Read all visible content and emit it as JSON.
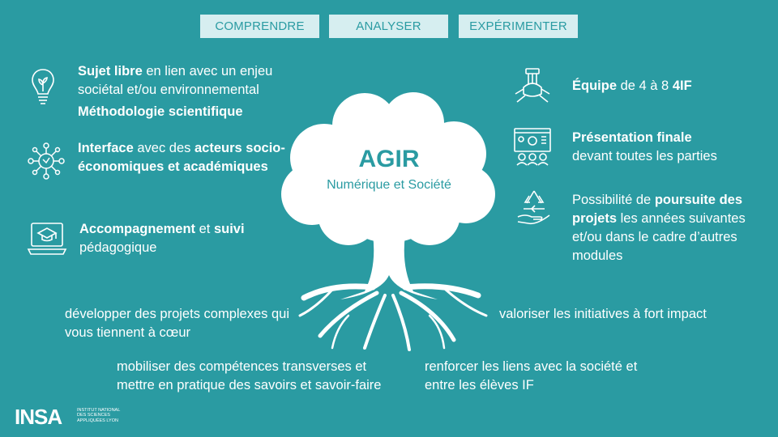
{
  "tabs": [
    "COMPRENDRE",
    "ANALYSER",
    "EXPÉRIMENTER"
  ],
  "center": {
    "title": "AGIR",
    "subtitle": "Numérique et Société"
  },
  "left": {
    "item1_bold": "Sujet libre",
    "item1_rest": " en lien avec un enjeu sociétal et/ou environnemental",
    "item1_extra": "Méthodologie scientifique",
    "item2_bold1": "Interface",
    "item2_mid": " avec des ",
    "item2_bold2": "acteurs socio-économiques et académiques",
    "item3_bold1": "Accompagnement",
    "item3_mid": " et ",
    "item3_bold2": "suivi",
    "item3_rest": " pédagogique"
  },
  "right": {
    "item1_bold": "Équipe",
    "item1_rest": " de 4 à 8 ",
    "item1_bold2": "4IF",
    "item2_bold": "Présentation finale",
    "item2_rest": "devant toutes les parties",
    "item3_pre": "Possibilité de ",
    "item3_bold": "poursuite des projets",
    "item3_rest": " les années suivantes et/ou dans le cadre d’autres modules"
  },
  "roots": {
    "left_top": "développer des projets complexes qui vous tiennent à cœur",
    "right_top": "valoriser les initiatives à fort impact",
    "left_bottom": "mobiliser des compétences transverses et mettre en pratique des savoirs et savoir-faire",
    "right_bottom": "renforcer les liens avec la société et entre les élèves IF"
  },
  "logo": {
    "name": "INSA",
    "subtitle": "INSTITUT NATIONAL DES SCIENCES APPLIQUÉES LYON"
  },
  "icons": [
    "lightbulb-icon",
    "network-icon",
    "laptop-graduation-icon",
    "teamwork-hands-icon",
    "presentation-board-icon",
    "recycle-hand-icon"
  ],
  "colors": {
    "background": "#2a9ba2",
    "tab_bg": "#d6eef0",
    "accent": "#2a9ba2",
    "text": "#ffffff"
  }
}
